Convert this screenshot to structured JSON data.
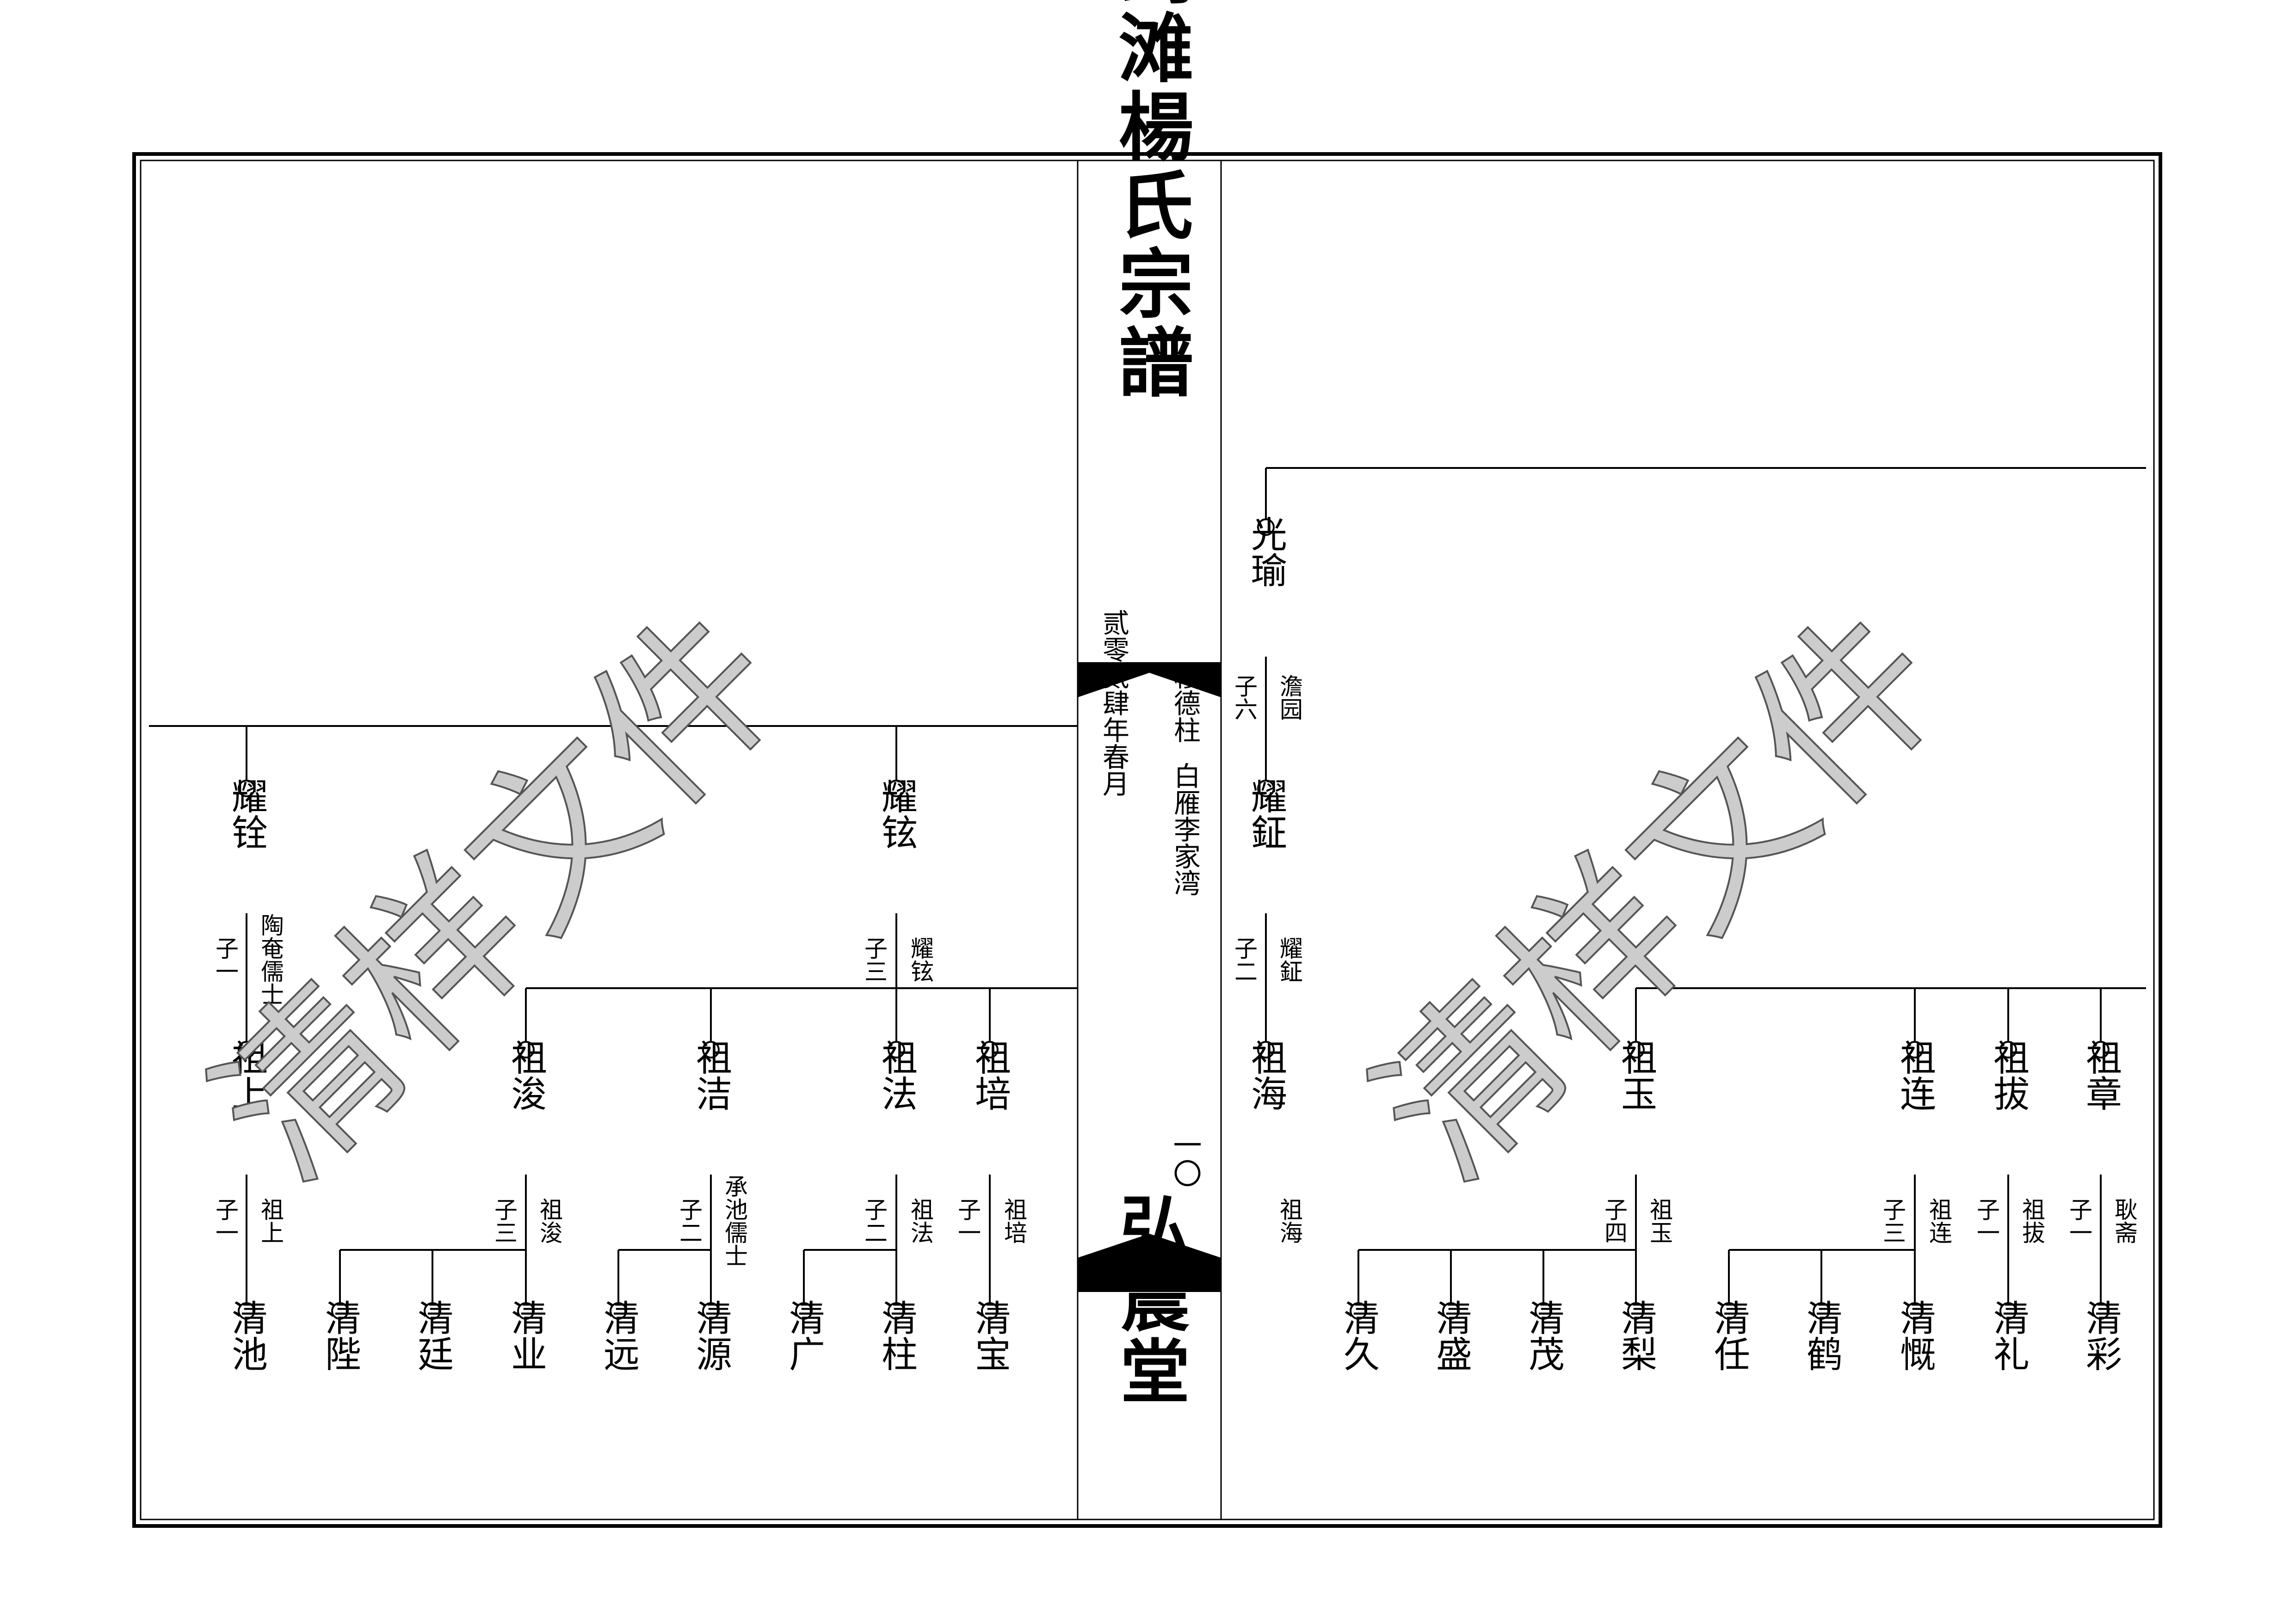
{
  "spine": {
    "title": "剑滩楊氏宗譜",
    "hall": "弘農堂",
    "page_number": "一〇",
    "date": "贰零贰肆年春月",
    "place_left": "穆德柱",
    "place_right": "白雁李家湾"
  },
  "watermark": "清样文件",
  "left_page": {
    "gen1": [
      {
        "name": "耀铨",
        "note": "陶奄儒士",
        "count": "子一"
      },
      {
        "name": "耀铉",
        "note": "耀铉",
        "count": "子三"
      }
    ],
    "gen2": [
      {
        "name": "祖上",
        "note": "祖上",
        "count": "子一"
      },
      {
        "name": "祖浚",
        "note": "祖浚",
        "count": "子三"
      },
      {
        "name": "祖洁",
        "note": "承池儒士",
        "count": "子二"
      },
      {
        "name": "祖法",
        "note": "祖法",
        "count": "子二"
      },
      {
        "name": "祖培",
        "note": "祖培",
        "count": "子一"
      }
    ],
    "gen3": [
      "清池",
      "清陛",
      "清廷",
      "清业",
      "清远",
      "清源",
      "清广",
      "清柱",
      "清宝"
    ]
  },
  "right_page": {
    "gen0": {
      "name": "光瑜",
      "note": "澹园",
      "count": "子六"
    },
    "gen1": {
      "name": "耀鉦",
      "note": "耀鉦",
      "count": "子二"
    },
    "gen2": [
      {
        "name": "祖海",
        "note": "祖海",
        "count": ""
      },
      {
        "name": "祖玉",
        "note": "祖玉",
        "count": "子四"
      },
      {
        "name": "祖连",
        "note": "祖连",
        "count": "子三"
      },
      {
        "name": "祖拔",
        "note": "祖拔",
        "count": "子一"
      },
      {
        "name": "祖章",
        "note": "耿斋",
        "count": "子一"
      }
    ],
    "gen3": [
      "清久",
      "清盛",
      "清茂",
      "清梨",
      "清任",
      "清鹤",
      "清慨",
      "清礼",
      "清彩"
    ]
  }
}
